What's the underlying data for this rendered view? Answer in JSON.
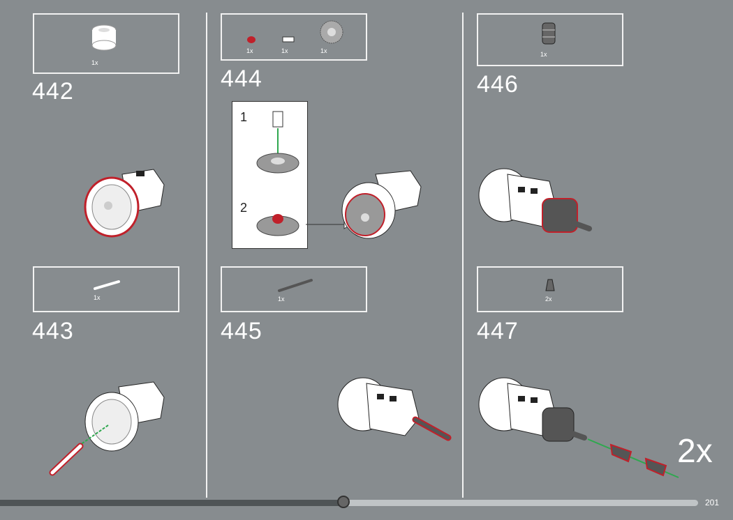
{
  "steps": [
    {
      "number": "442",
      "parts": [
        {
          "name": "cylinder",
          "qty": "1x"
        }
      ]
    },
    {
      "number": "443",
      "parts": [
        {
          "name": "axle-white",
          "qty": "1x"
        }
      ]
    },
    {
      "number": "444",
      "parts": [
        {
          "name": "red-plate-round",
          "qty": "1x"
        },
        {
          "name": "axle-connector",
          "qty": "1x"
        },
        {
          "name": "gear",
          "qty": "1x"
        }
      ],
      "substeps": [
        "1",
        "2"
      ]
    },
    {
      "number": "445",
      "parts": [
        {
          "name": "axle-dark",
          "qty": "1x"
        }
      ]
    },
    {
      "number": "446",
      "parts": [
        {
          "name": "bush-dark",
          "qty": "1x"
        }
      ]
    },
    {
      "number": "447",
      "parts": [
        {
          "name": "cone",
          "qty": "2x"
        }
      ],
      "multiplier": "2x"
    }
  ],
  "progress": {
    "percent": 49
  },
  "page_number": "201",
  "colors": {
    "background": "#878c8f",
    "highlight": "#c0202a",
    "arrow": "#2fa84f"
  }
}
